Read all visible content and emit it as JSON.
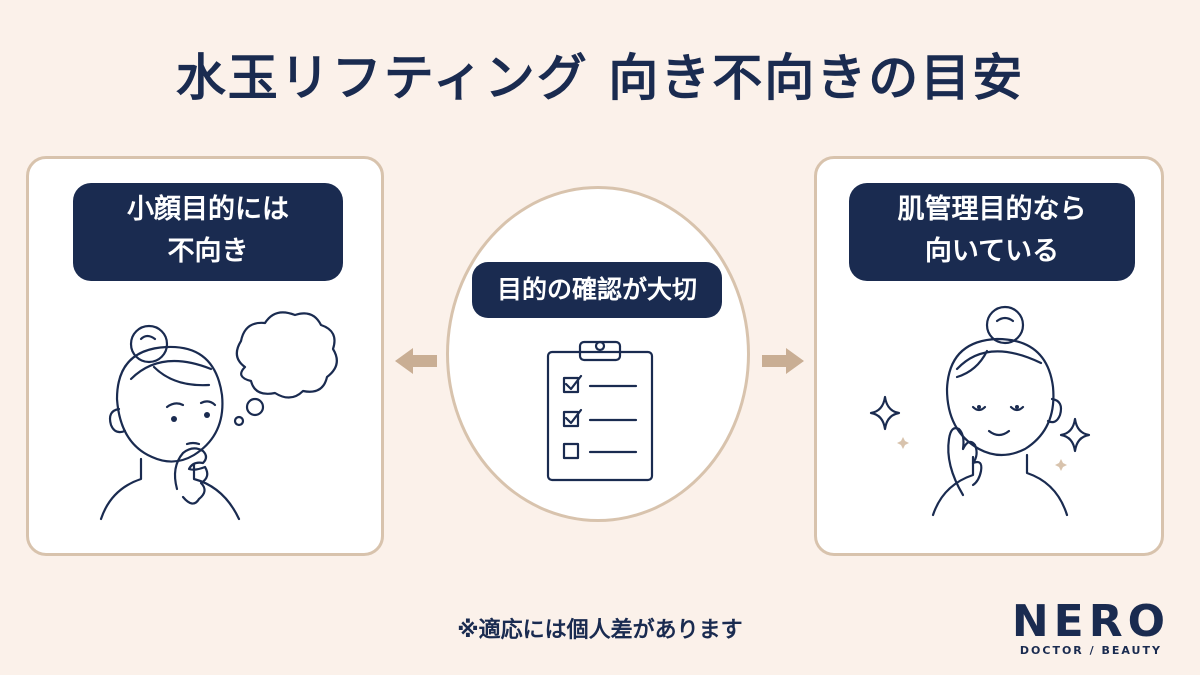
{
  "title": "水玉リフティング 向き不向きの目安",
  "left_panel": {
    "line1": "小顔目的には",
    "line2": "不向き"
  },
  "center": {
    "label": "目的の確認が大切"
  },
  "right_panel": {
    "line1": "肌管理目的なら",
    "line2": "向いている"
  },
  "footnote": "※適応には個人差があります",
  "logo": {
    "name": "NERO",
    "tagline": "DOCTOR / BEAUTY"
  },
  "icons": [
    "thinking-woman-icon",
    "thought-bubble-icon",
    "clipboard-checklist-icon",
    "smiling-woman-icon",
    "sparkle-icon",
    "arrow-left-icon",
    "arrow-right-icon"
  ],
  "colors": {
    "navy": "#1a2b50",
    "beige_border": "#d8c3ad",
    "background": "#fbf1ea",
    "arrow": "#c9ae94"
  }
}
